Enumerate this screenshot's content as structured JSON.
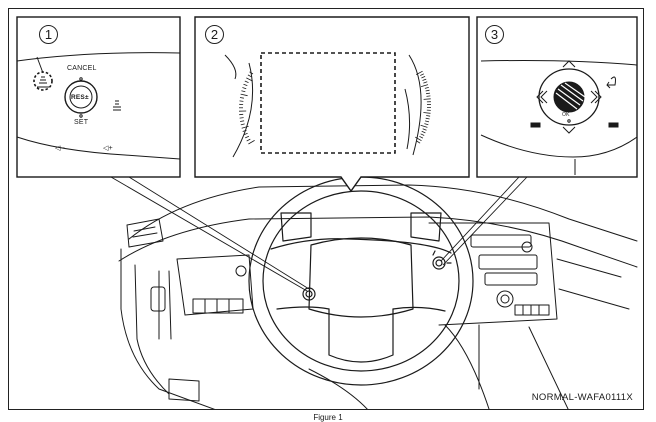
{
  "panels": [
    {
      "number": "1",
      "labels": {
        "cancel": "CANCEL",
        "res": "RES±",
        "set": "SET",
        "vol_down": "◁−",
        "vol_up": "◁+"
      }
    },
    {
      "number": "2"
    },
    {
      "number": "3",
      "labels": {
        "ok": "OK"
      }
    }
  ],
  "image_code": "NORMAL-WAFA0111X",
  "caption": "Figure 1",
  "icons": [
    "driver-assist-icon",
    "distance-icon",
    "back-icon",
    "dpad-arrow-icon"
  ],
  "colors": {
    "line": "#1a1a1a",
    "background": "#ffffff"
  }
}
